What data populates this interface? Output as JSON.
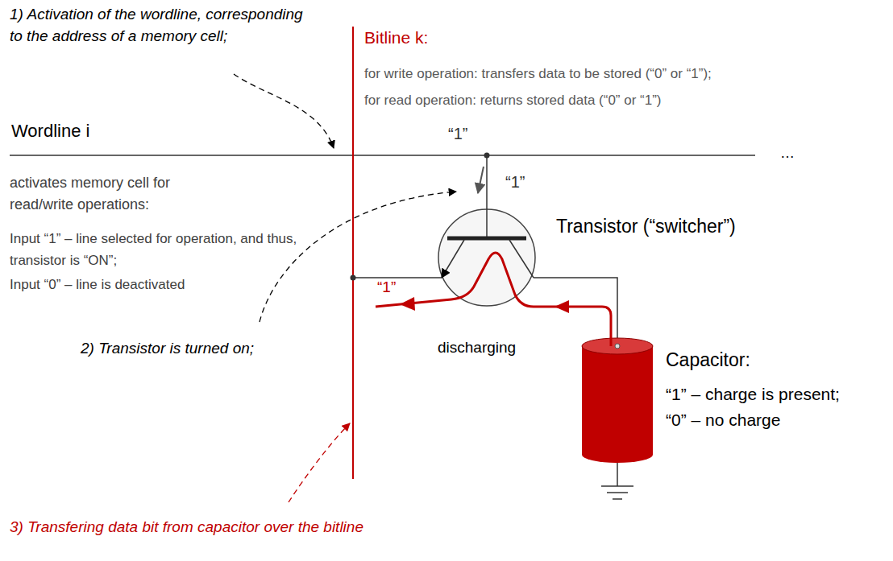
{
  "diagram": {
    "labels": [
      "1) Activation of the wordline, corresponding to the address of a memory cell;",
      "Bitline k:",
      "for write operation: transfers data to be stored (“0” or “1”);",
      "for read operation: returns stored data (“0” or “1”)",
      "Wordline i",
      "“1”",
      "…",
      "“1”",
      "activates memory cell for read/write operations:",
      "Input “1” – line selected for operation, and thus, transistor is “ON”;",
      "Input “0” – line is deactivated",
      "Transistor (“switcher”)",
      "“1”",
      "2) Transistor is turned on;",
      "discharging",
      "Capacitor:",
      "“1” – charge is present;",
      "“0” – no charge",
      "3) Transfering data bit from capacitor over the bitline"
    ]
  }
}
